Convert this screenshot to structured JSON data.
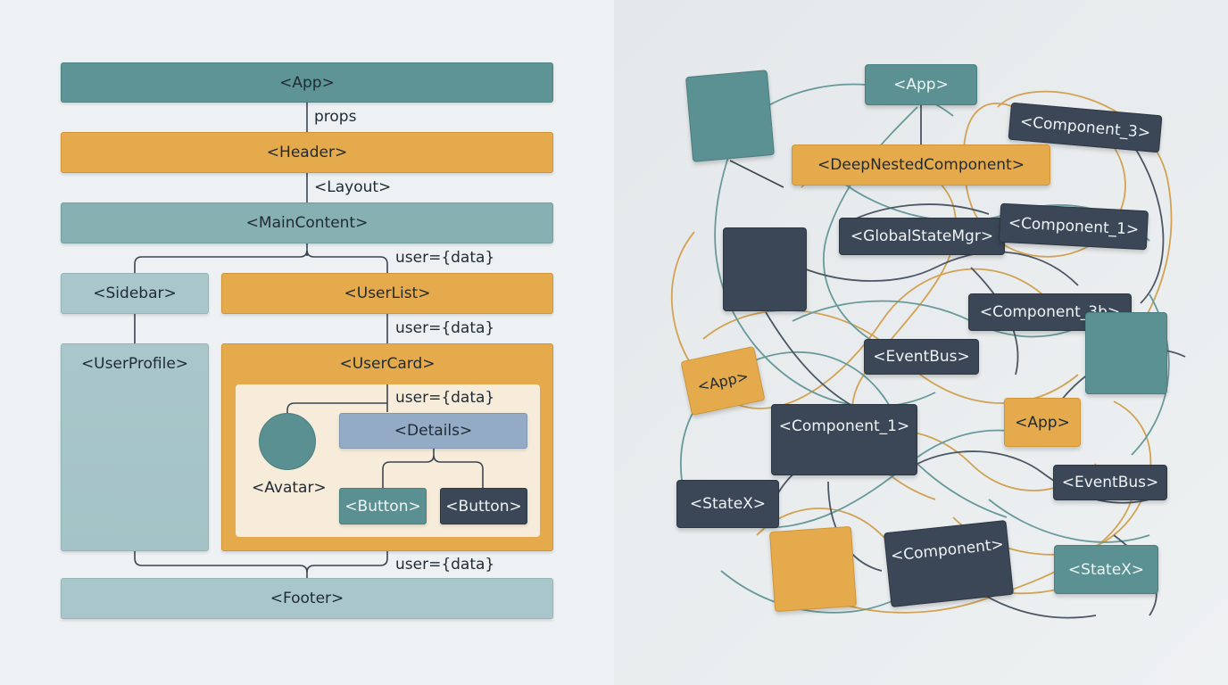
{
  "colors": {
    "teal": "#5e9495",
    "teal_light": "#a9c7ca",
    "gold": "#e4aa4c",
    "navy": "#3b4756",
    "slate_blue": "#94abc5",
    "cream": "#f6ecd9"
  },
  "left": {
    "app": "<App>",
    "header": "<Header>",
    "main_content": "<MainContent>",
    "sidebar": "<Sidebar>",
    "user_list": "<UserList>",
    "user_profile": "<UserProfile>",
    "user_card": "<UserCard>",
    "avatar": "<Avatar>",
    "details": "<Details>",
    "button_1": "<Button>",
    "button_2": "<Button>",
    "footer": "<Footer>",
    "edge_props": "props",
    "edge_layout": "<Layout>",
    "edge_user_1": "user={data}",
    "edge_user_2": "user={data}",
    "edge_user_3": "user={data}",
    "edge_user_4": "user={data}"
  },
  "right": {
    "app_top": "<App>",
    "component_3": "<Component_3>",
    "deep_nested": "<DeepNestedComponent>",
    "global_state": "<GlobalStateMgr>",
    "component_1_top": "<Component_1>",
    "component_3b": "<Component_3b>",
    "event_bus_mid": "<EventBus>",
    "app_tilted": "<App>",
    "component_1_mid": "<Component_1>",
    "app_small": "<App>",
    "event_bus_right": "<EventBus>",
    "state_x_left": "<StateX>",
    "component": "<Component>",
    "state_x_right": "<StateX>"
  }
}
